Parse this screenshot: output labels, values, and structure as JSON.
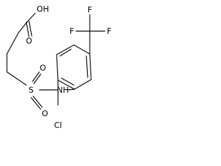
{
  "molecule": {
    "atoms": {
      "hydroxyl": "OH",
      "carbonyl_oxygen": "O",
      "sulfur": "S",
      "sulfonyl_oxygen_upper": "O",
      "sulfonyl_oxygen_lower": "O",
      "amine": "NH",
      "chlorine": "Cl",
      "fluorine_left": "F",
      "fluorine_right": "F",
      "fluorine_top": "F"
    }
  }
}
